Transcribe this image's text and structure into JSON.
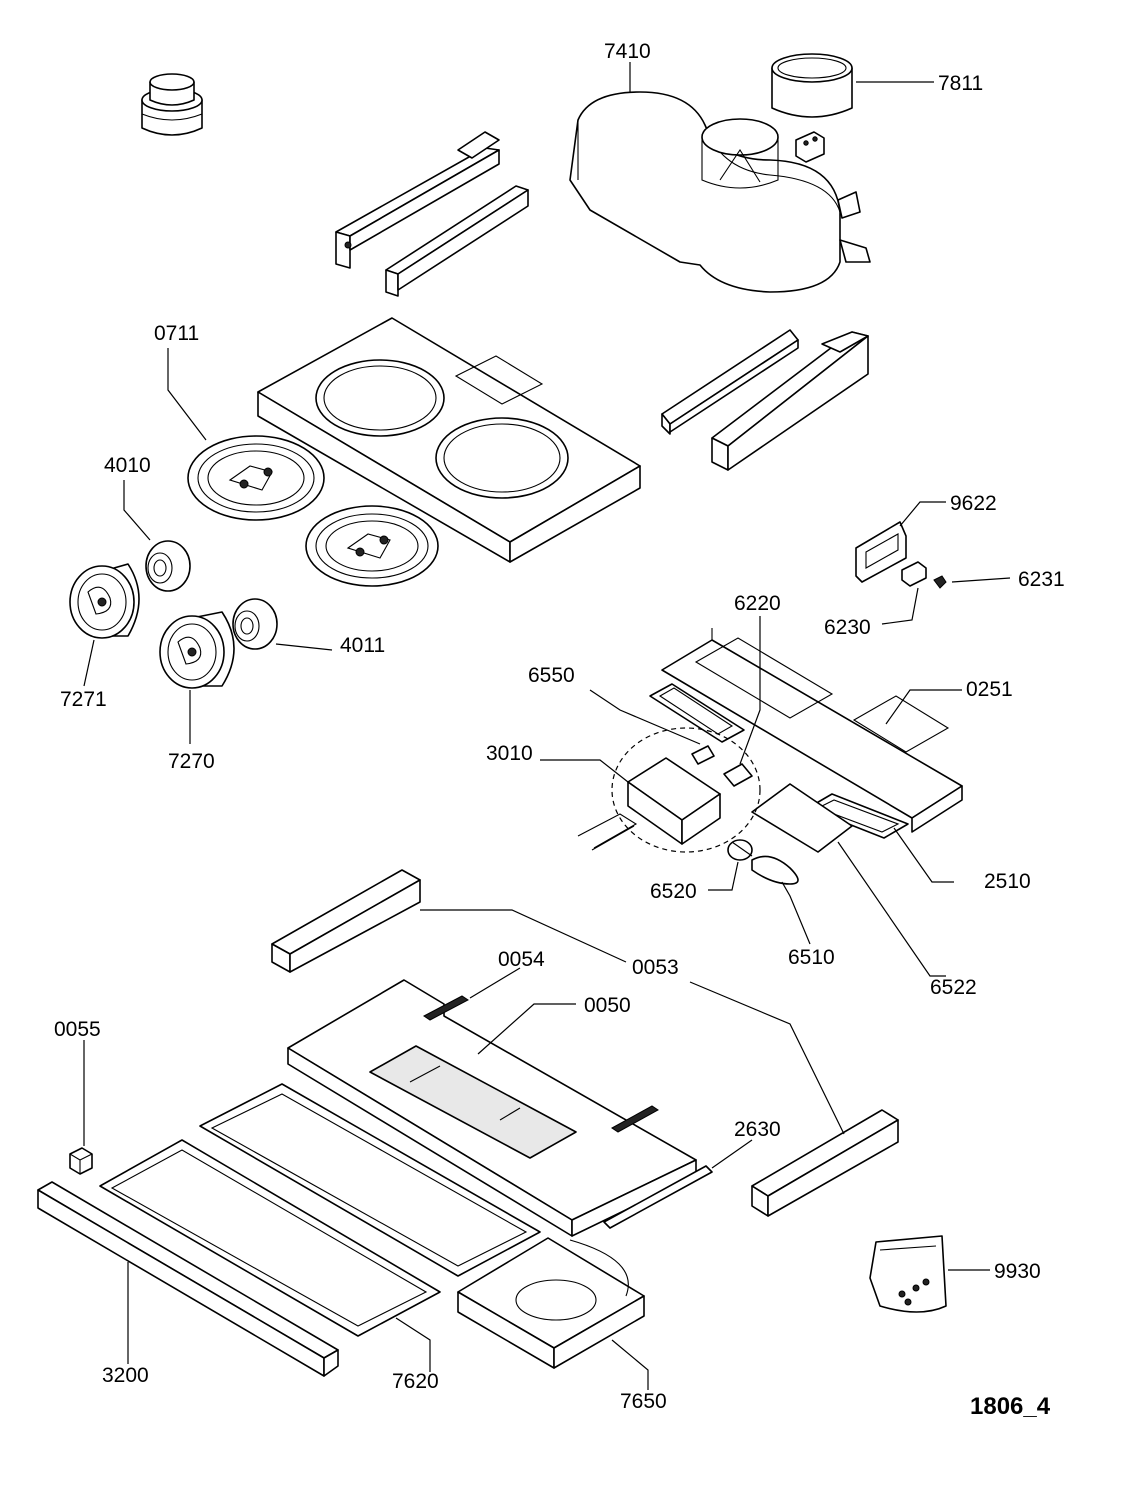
{
  "diagram_code": "1806_4",
  "labels": {
    "l7410": "7410",
    "l7811": "7811",
    "l0711": "0711",
    "l4010": "4010",
    "l4011": "4011",
    "l7271": "7271",
    "l7270": "7270",
    "l9622": "9622",
    "l6231": "6231",
    "l6230": "6230",
    "l6220": "6220",
    "l6550": "6550",
    "l0251": "0251",
    "l3010": "3010",
    "l2510": "2510",
    "l6520": "6520",
    "l6510": "6510",
    "l6522": "6522",
    "l0054": "0054",
    "l0053": "0053",
    "l0050": "0050",
    "l0055": "0055",
    "l2630": "2630",
    "l9930": "9930",
    "l3200": "3200",
    "l7620": "7620",
    "l7650": "7650"
  }
}
